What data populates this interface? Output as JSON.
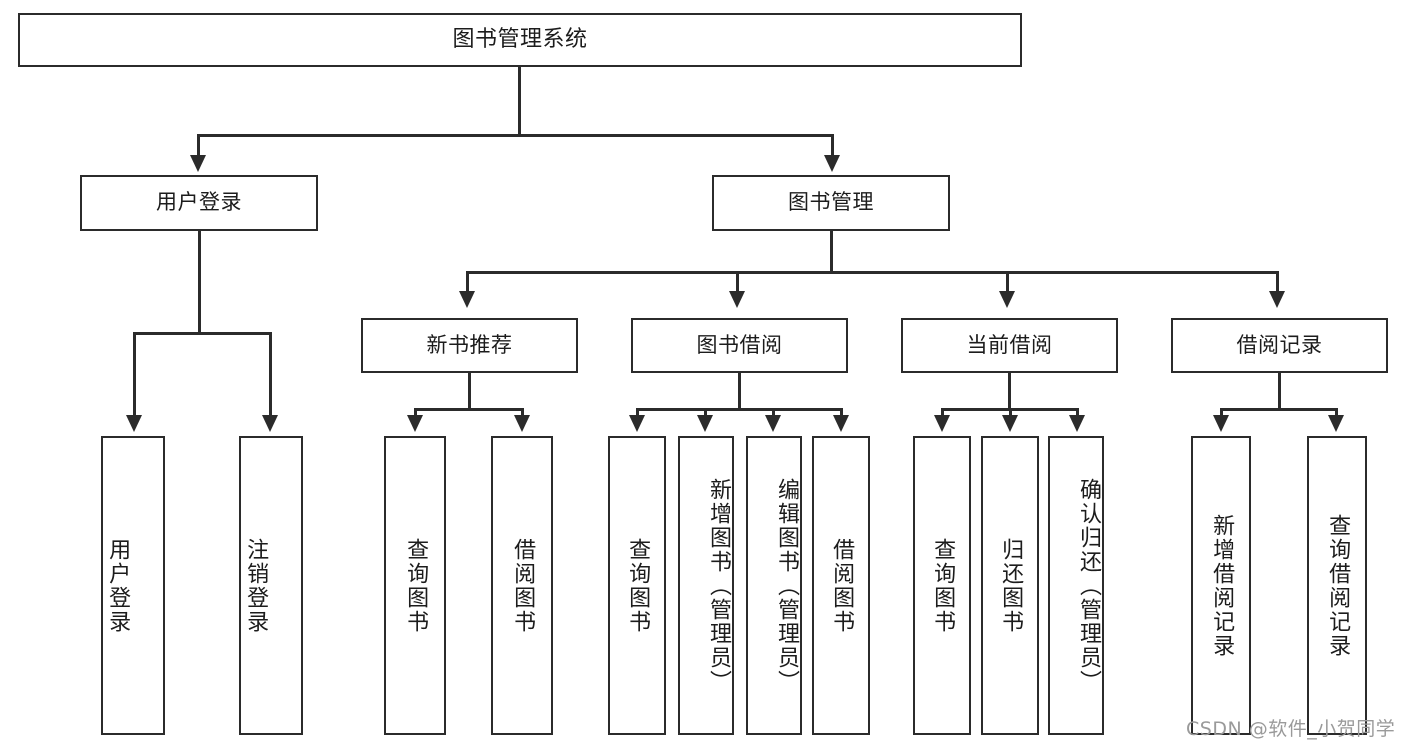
{
  "diagram": {
    "title": "图书管理系统",
    "type": "功能结构图",
    "watermark": "CSDN @软件_小贺同学",
    "colors": {
      "stroke": "#2b2b2b",
      "fill": "#ffffff",
      "text": "#1c1c1c",
      "watermark": "#9a9a9a"
    }
  },
  "nodes": {
    "root": {
      "label": "图书管理系统"
    },
    "level1": [
      {
        "label": "用户登录"
      },
      {
        "label": "图书管理"
      }
    ],
    "level2": [
      {
        "label": "新书推荐"
      },
      {
        "label": "图书借阅"
      },
      {
        "label": "当前借阅"
      },
      {
        "label": "借阅记录"
      }
    ],
    "leaves": {
      "user_login": [
        {
          "label": "用户登录"
        },
        {
          "label": "注销登录"
        }
      ],
      "new_book_recommend": [
        {
          "label": "查询图书"
        },
        {
          "label": "借阅图书"
        }
      ],
      "book_borrow": [
        {
          "label": "查询图书"
        },
        {
          "label": "新增图书（管理员）"
        },
        {
          "label": "编辑图书（管理员）"
        },
        {
          "label": "借阅图书"
        }
      ],
      "current_borrow": [
        {
          "label": "查询图书"
        },
        {
          "label": "归还图书"
        },
        {
          "label": "确认归还（管理员）"
        }
      ],
      "borrow_record": [
        {
          "label": "新增借阅记录"
        },
        {
          "label": "查询借阅记录"
        }
      ]
    }
  }
}
